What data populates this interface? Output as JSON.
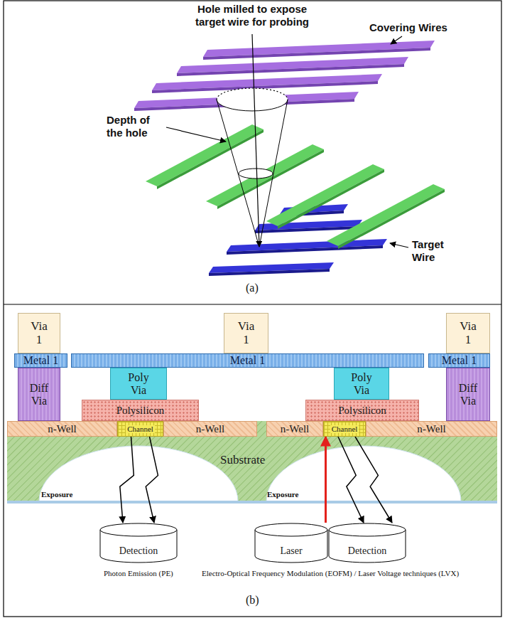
{
  "diagram": {
    "nodes": [
      {
        "text": [
          "Via 1"
        ]
      },
      {
        "text": [
          "Via 1"
        ]
      },
      {
        "text": [
          "Via 1"
        ]
      },
      {
        "text": [
          "Metal 1"
        ]
      },
      {
        "text": [
          "Metal 1"
        ]
      },
      {
        "text": [
          "Metal 1"
        ]
      },
      {
        "text": [
          "Diff Via"
        ]
      },
      {
        "text": [
          "Poly Via"
        ]
      },
      {
        "text": [
          "Poly Via"
        ]
      },
      {
        "text": [
          "Diff Via"
        ]
      },
      {
        "text": [
          "Polysilicon"
        ]
      },
      {
        "text": [
          "Polysilicon"
        ]
      },
      {
        "text": [
          "n-Well"
        ]
      },
      {
        "text": [
          "Channel"
        ]
      },
      {
        "text": [
          "n-Well"
        ]
      },
      {
        "text": [
          "n-Well"
        ]
      },
      {
        "text": [
          "Channel"
        ]
      },
      {
        "text": [
          "n-Well"
        ]
      },
      {
        "text": [
          "Substrate"
        ]
      },
      {
        "text": [
          "Detection"
        ]
      },
      {
        "text": [
          "Laser"
        ]
      },
      {
        "text": [
          "Detection"
        ]
      }
    ],
    "edges": [
      {
        "from": 13,
        "to": 19,
        "arrow": "to"
      },
      {
        "from": 13,
        "to": 19,
        "arrow": "to"
      },
      {
        "from": 20,
        "to": 16,
        "arrow": "to"
      },
      {
        "from": 16,
        "to": 21,
        "arrow": "to"
      },
      {
        "from": 16,
        "to": 21,
        "arrow": "to"
      }
    ],
    "labels": [
      "Hole milled to expose target wire for probing",
      "Covering Wires",
      "Depth of the hole",
      "Target Wire",
      "(a)",
      "Exposure",
      "Exposure",
      "Photon Emission (PE)",
      "Electro-Optical Frequency Modulation (EOFM) / Laser Voltage techniques (LVX)",
      "(b)"
    ]
  }
}
